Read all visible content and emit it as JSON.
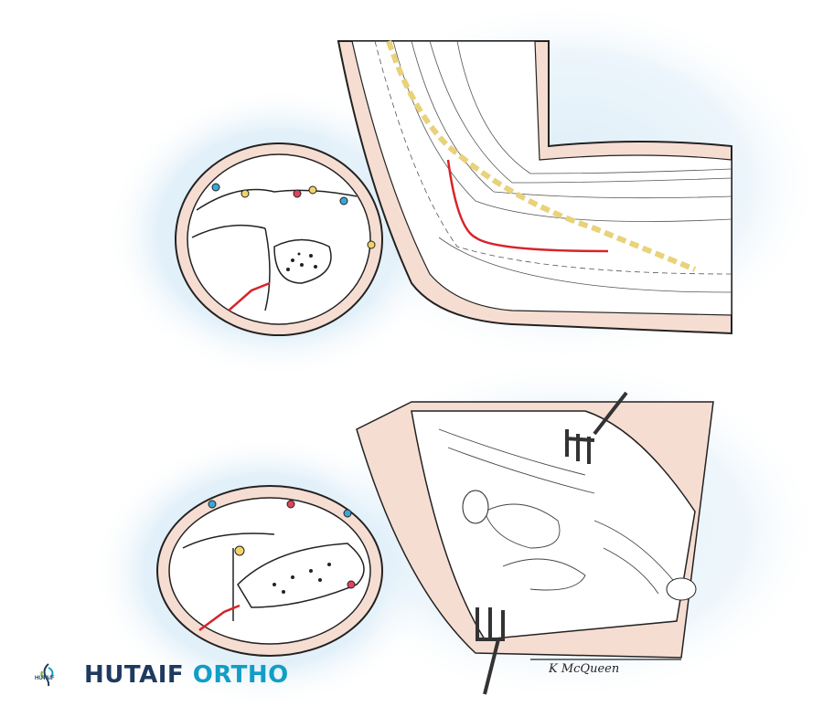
{
  "brand": {
    "name_part1": "HUTAIF",
    "name_part2": "ORTHO",
    "logo_small_text": "HUTAIF",
    "colors": {
      "dark": "#1f3a5f",
      "accent": "#129ec4"
    }
  },
  "illustration": {
    "signature": "K McQueen",
    "colors": {
      "skin": "#f6ddd2",
      "glow": "#cfe6f4",
      "incision": "#d8232a",
      "nerve": "#e8d27a"
    }
  }
}
